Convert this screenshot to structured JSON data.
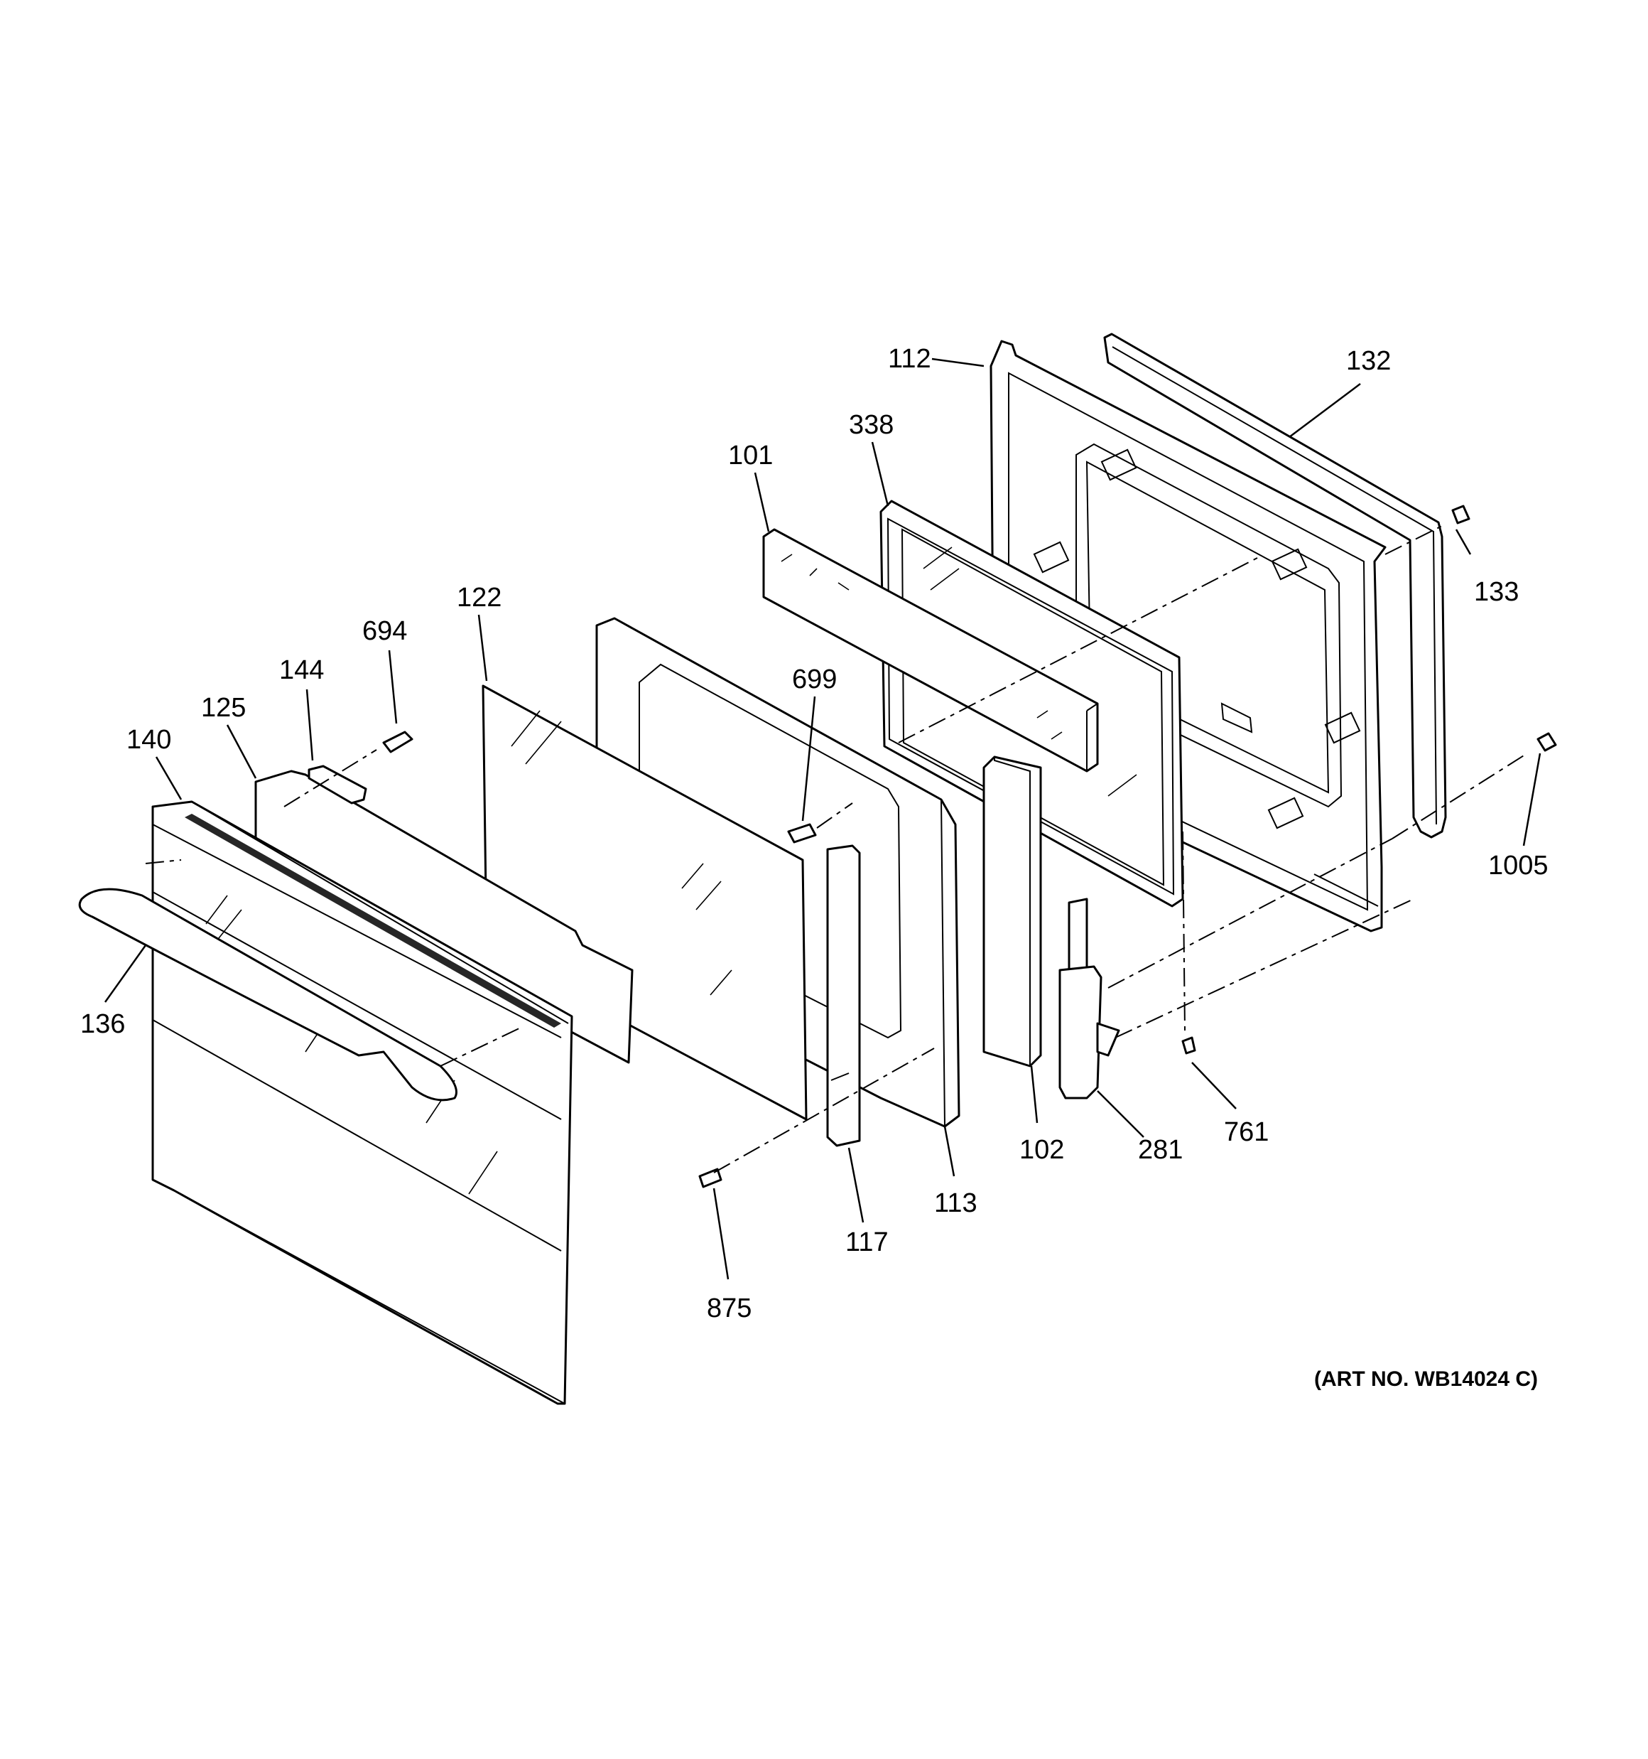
{
  "diagram": {
    "art_number": "(ART NO. WB14024 C)",
    "callouts": {
      "p112": "112",
      "p132": "132",
      "p338": "338",
      "p101": "101",
      "p133": "133",
      "p122": "122",
      "p694": "694",
      "p144": "144",
      "p125": "125",
      "p140": "140",
      "p699": "699",
      "p1005": "1005",
      "p136": "136",
      "p761": "761",
      "p281": "281",
      "p102": "102",
      "p113": "113",
      "p117": "117",
      "p875": "875"
    }
  }
}
